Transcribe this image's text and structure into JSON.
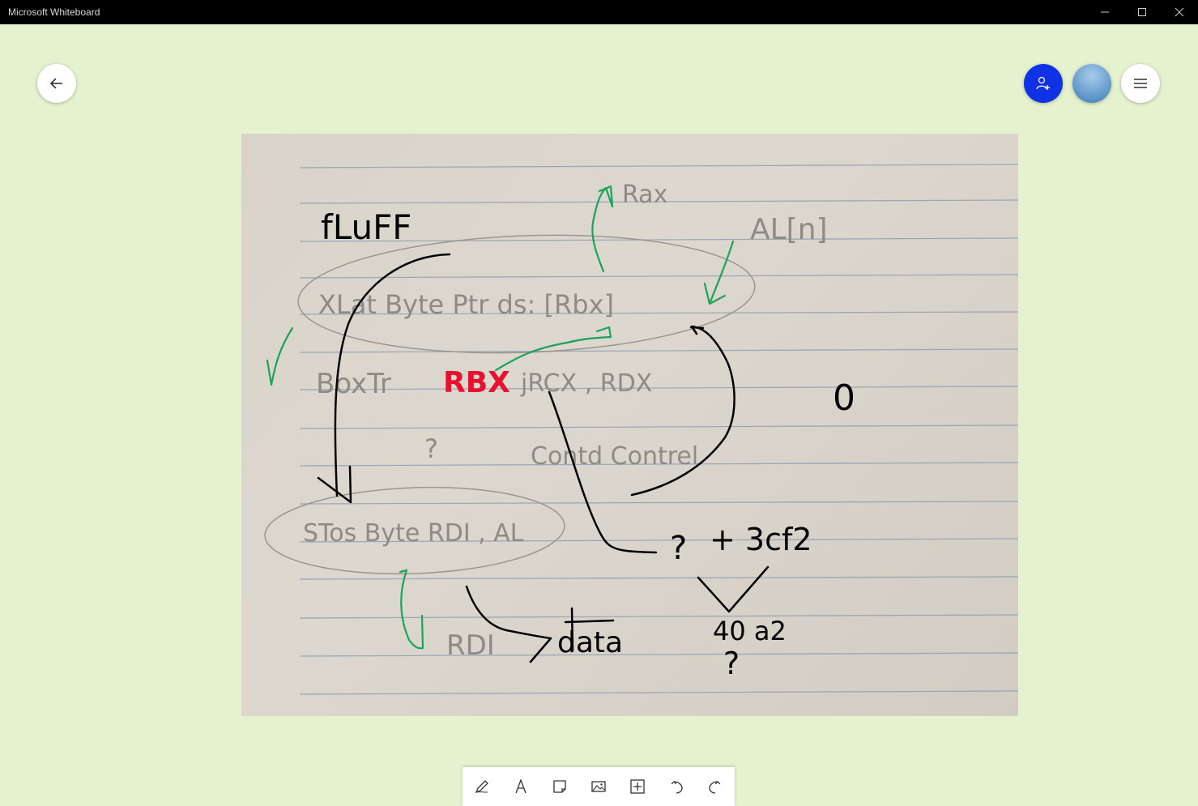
{
  "window": {
    "title": "Microsoft Whiteboard"
  },
  "header": {
    "back_label": "Back",
    "invite_label": "Invite",
    "account_label": "Account",
    "menu_label": "Menu"
  },
  "ink_text": {
    "fluff": "fLuFF",
    "rbx": "RBX",
    "zero": "0",
    "plus_hex": "+ 3cf2",
    "question_mark": "?",
    "result_hex": "40 a2",
    "question_mark_2": "?",
    "data": "data"
  },
  "photo_text": {
    "rax": "Rax",
    "al_n": "AL[n]",
    "line1": "XLat   Byte  Ptr  ds: [Rbx]",
    "line2": "BoxTr",
    "line2b": "jRCX , RDX",
    "line3": "?",
    "line3b": "Contd  Contrel",
    "line4": "STos  Byte  RDI , AL",
    "line5": "RDI"
  },
  "toolbar": {
    "pen": "Pen",
    "text": "Text",
    "note": "Note",
    "image": "Image",
    "insert": "Insert",
    "undo": "Undo",
    "redo": "Redo"
  },
  "colors": {
    "canvas": "#e5f2cf",
    "invite_button": "#0f32e6",
    "ink_red": "#e8112d",
    "ink_green": "#1ba35a",
    "ink_black": "#000000",
    "pencil": "#8e8a84"
  }
}
